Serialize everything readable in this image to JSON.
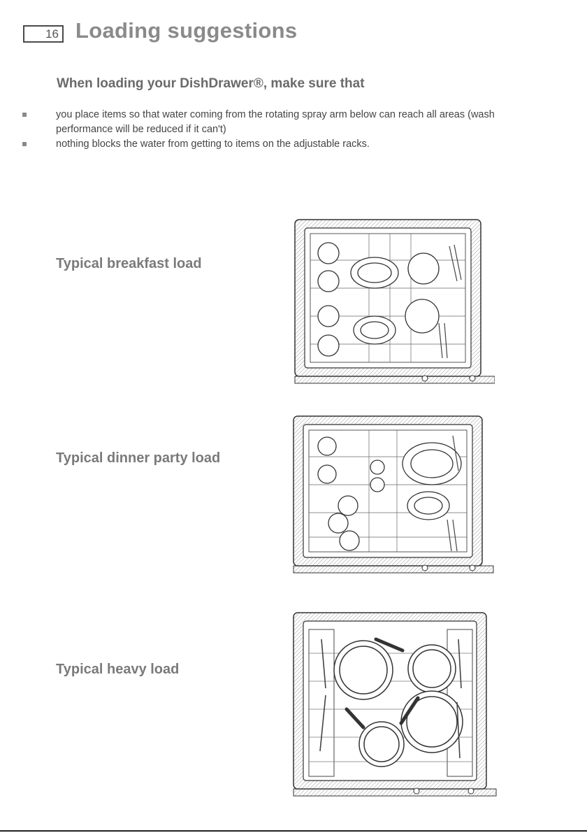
{
  "header": {
    "page_number": "16",
    "title": "Loading suggestions"
  },
  "intro": {
    "subtitle": "When loading your DishDrawer®, make sure that",
    "bullets": [
      "you place items so that water coming from the rotating spray arm below can reach all areas (wash performance will be reduced if it can't)",
      "nothing blocks the water from getting to items on the adjustable racks."
    ]
  },
  "loads": [
    {
      "label": "Typical breakfast load"
    },
    {
      "label": "Typical dinner party load"
    },
    {
      "label": "Typical heavy load"
    }
  ],
  "colors": {
    "title": "#8a8a8a",
    "subtitle": "#6a6a6a",
    "body": "#444444",
    "line_art": "#333333"
  }
}
